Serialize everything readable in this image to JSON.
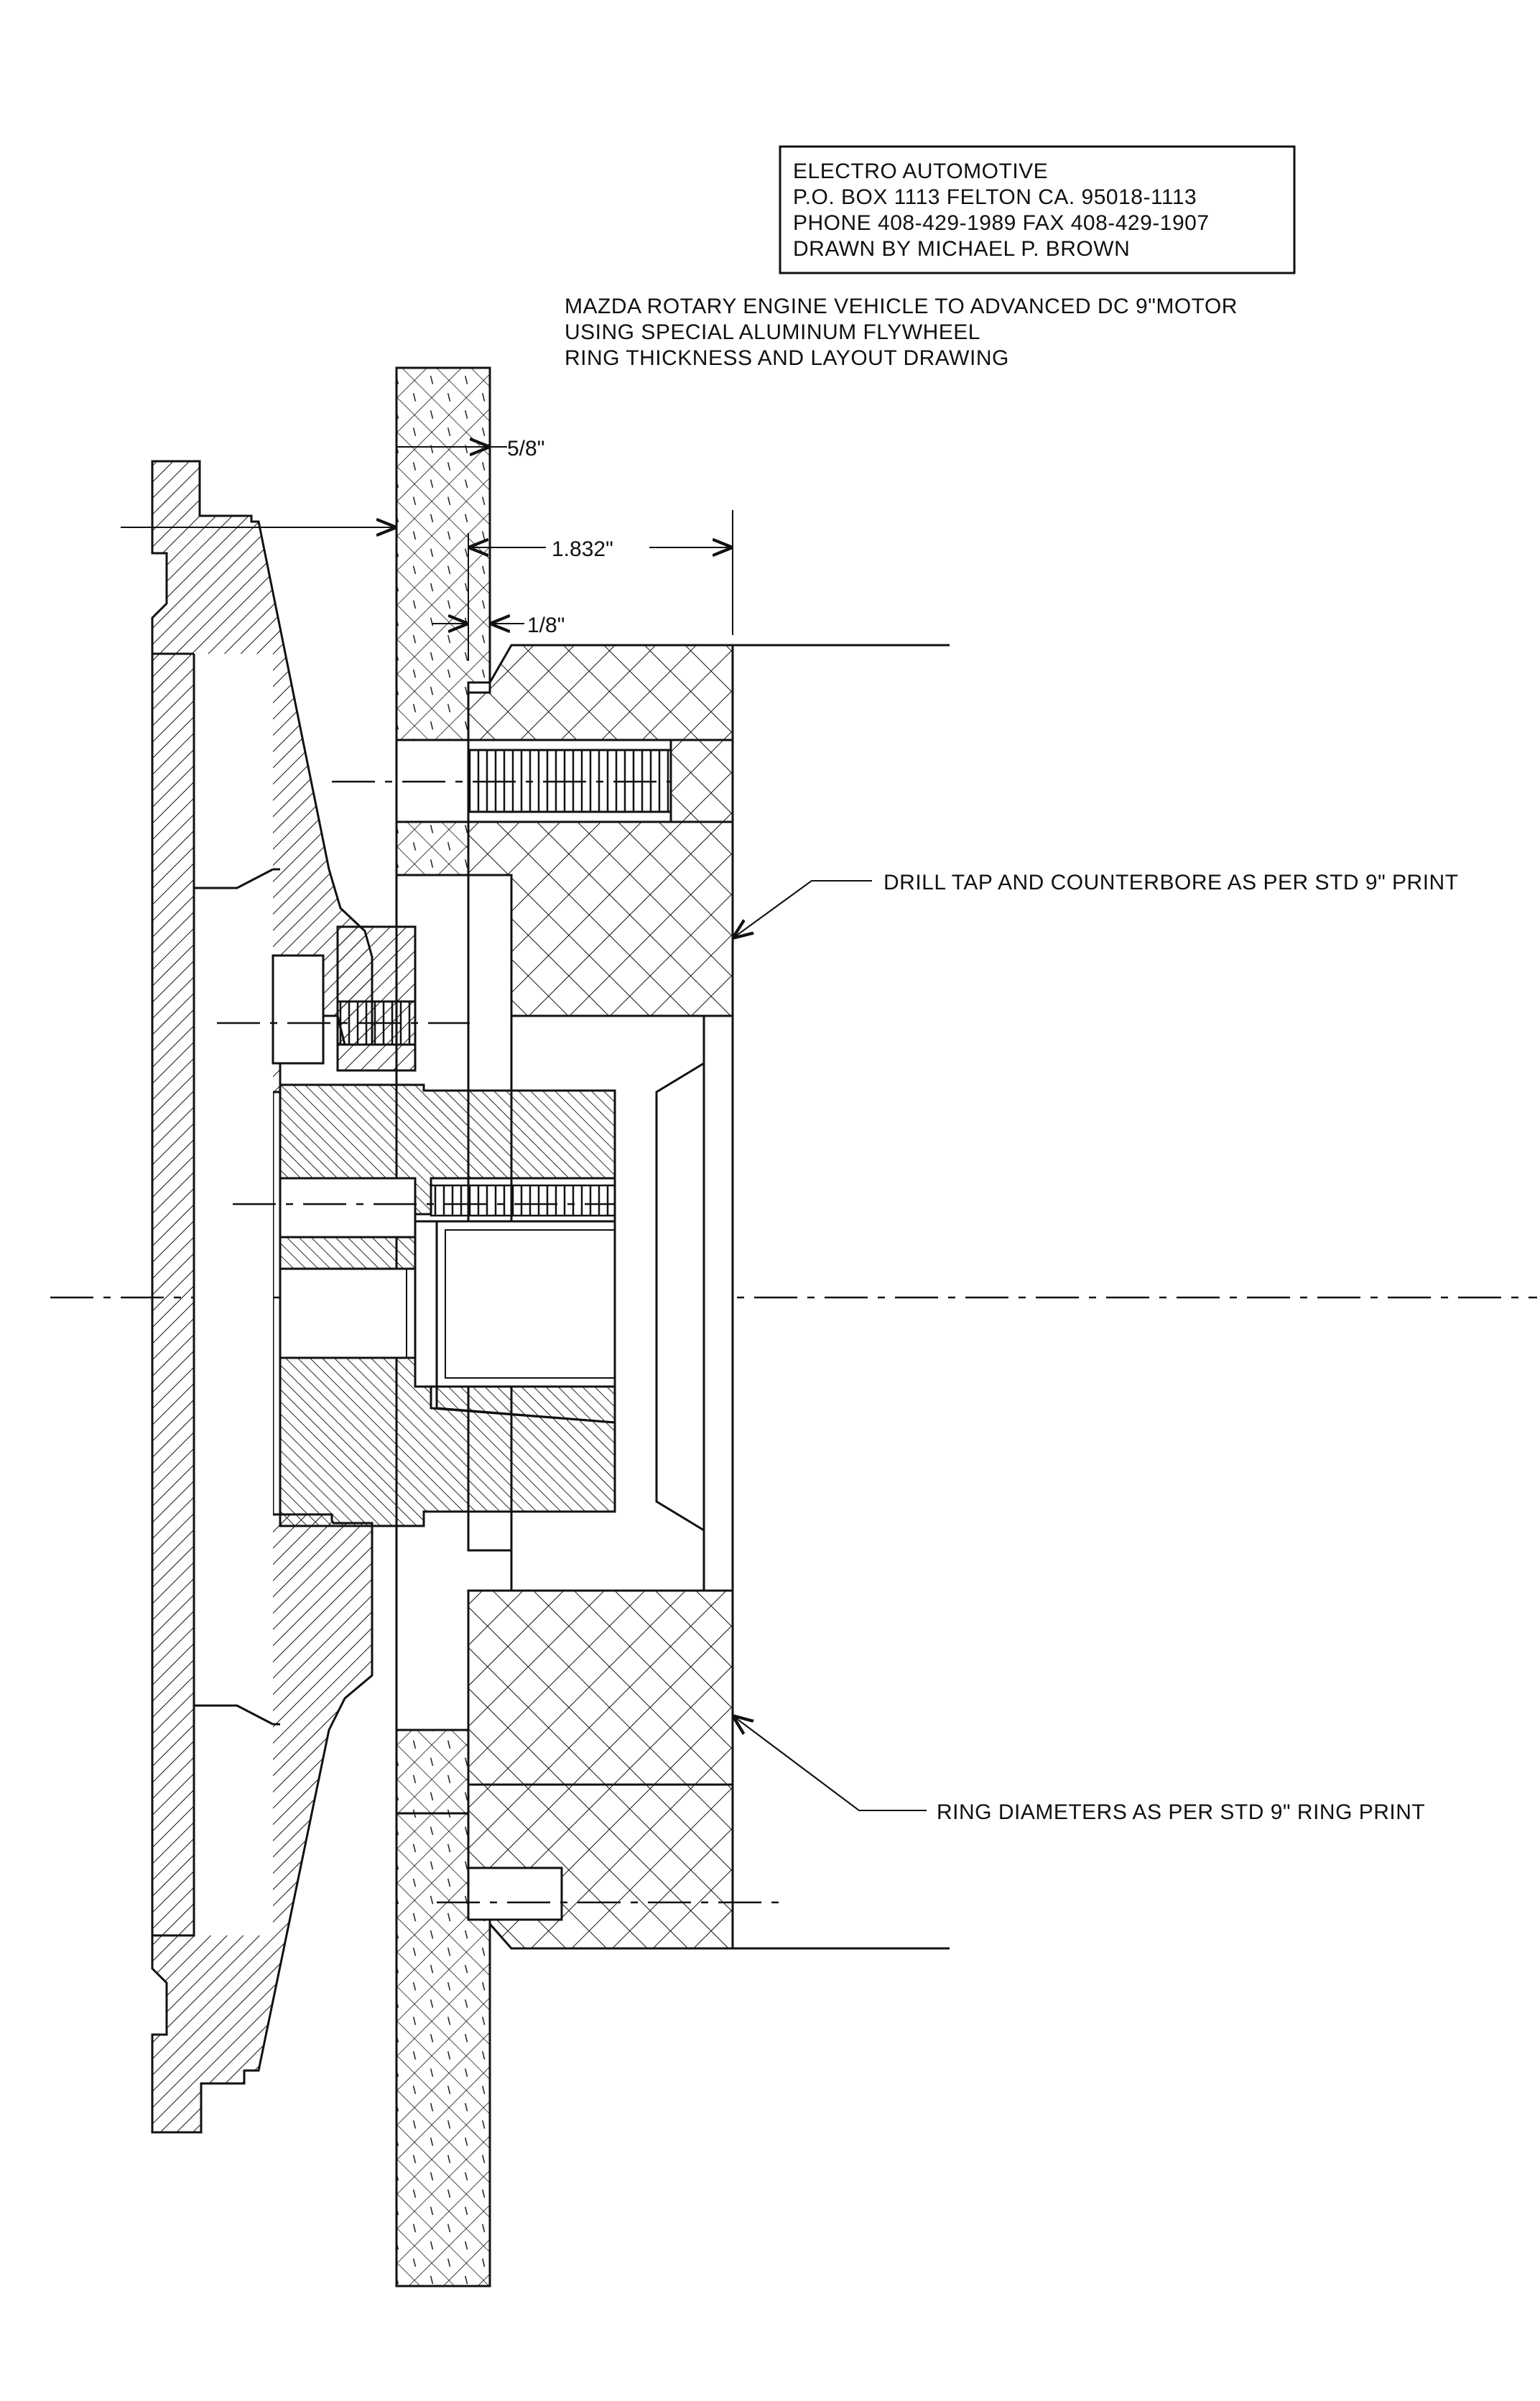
{
  "title_block": {
    "line1": "ELECTRO AUTOMOTIVE",
    "line2": "P.O. BOX 1113 FELTON CA. 95018-1113",
    "line3": "PHONE 408-429-1989 FAX 408-429-1907",
    "line4": "DRAWN BY MICHAEL P. BROWN"
  },
  "description": {
    "line1": "MAZDA ROTARY ENGINE VEHICLE TO ADVANCED DC 9\"MOTOR",
    "line2": "USING SPECIAL ALUMINUM FLYWHEEL",
    "line3": "RING THICKNESS AND LAYOUT DRAWING"
  },
  "dimensions": {
    "ring_thickness": "5/8\"",
    "offset": "1.832\"",
    "gap": "1/8\""
  },
  "callouts": {
    "drill": "DRILL TAP AND COUNTERBORE AS PER STD 9\" PRINT",
    "ring": "RING DIAMETERS AS PER STD 9\" RING PRINT"
  },
  "colors": {
    "ink": "#111111",
    "paper": "#ffffff"
  }
}
